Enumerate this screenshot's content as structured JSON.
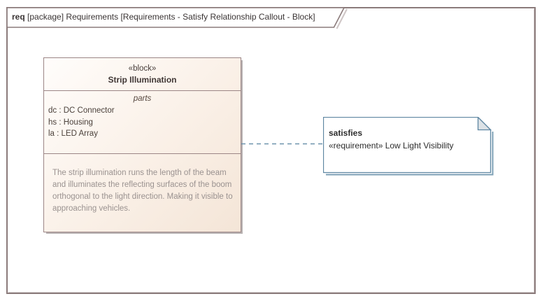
{
  "frame": {
    "keyword": "req",
    "title": "[package] Requirements [Requirements - Satisfy Relationship Callout - Block]"
  },
  "block": {
    "stereotype": "«block»",
    "name": "Strip Illumination",
    "parts_label": "parts",
    "parts": [
      "dc : DC Connector",
      "hs : Housing",
      "la : LED Array"
    ],
    "documentation": "The strip illumination runs the length of the beam and illuminates the reflecting surfaces of the boom orthogonal to the light direction. Making it visible to approaching vehicles."
  },
  "note": {
    "keyword": "satisfies",
    "text": "«requirement» Low Light Visibility"
  },
  "connector": {
    "type": "dashed-callout"
  },
  "colors": {
    "frame_border": "#8b7b7b",
    "block_border": "#9c8686",
    "block_fill_light": "#fffdfb",
    "block_fill_dark": "#f4e5d7",
    "block_shadow": "#b9b3b3",
    "doc_text": "#9a9290",
    "note_border": "#5f87a2",
    "note_fold_fill": "#dce2e6",
    "note_shadow": "#7da0b6",
    "connector_line": "#6d93ad"
  }
}
